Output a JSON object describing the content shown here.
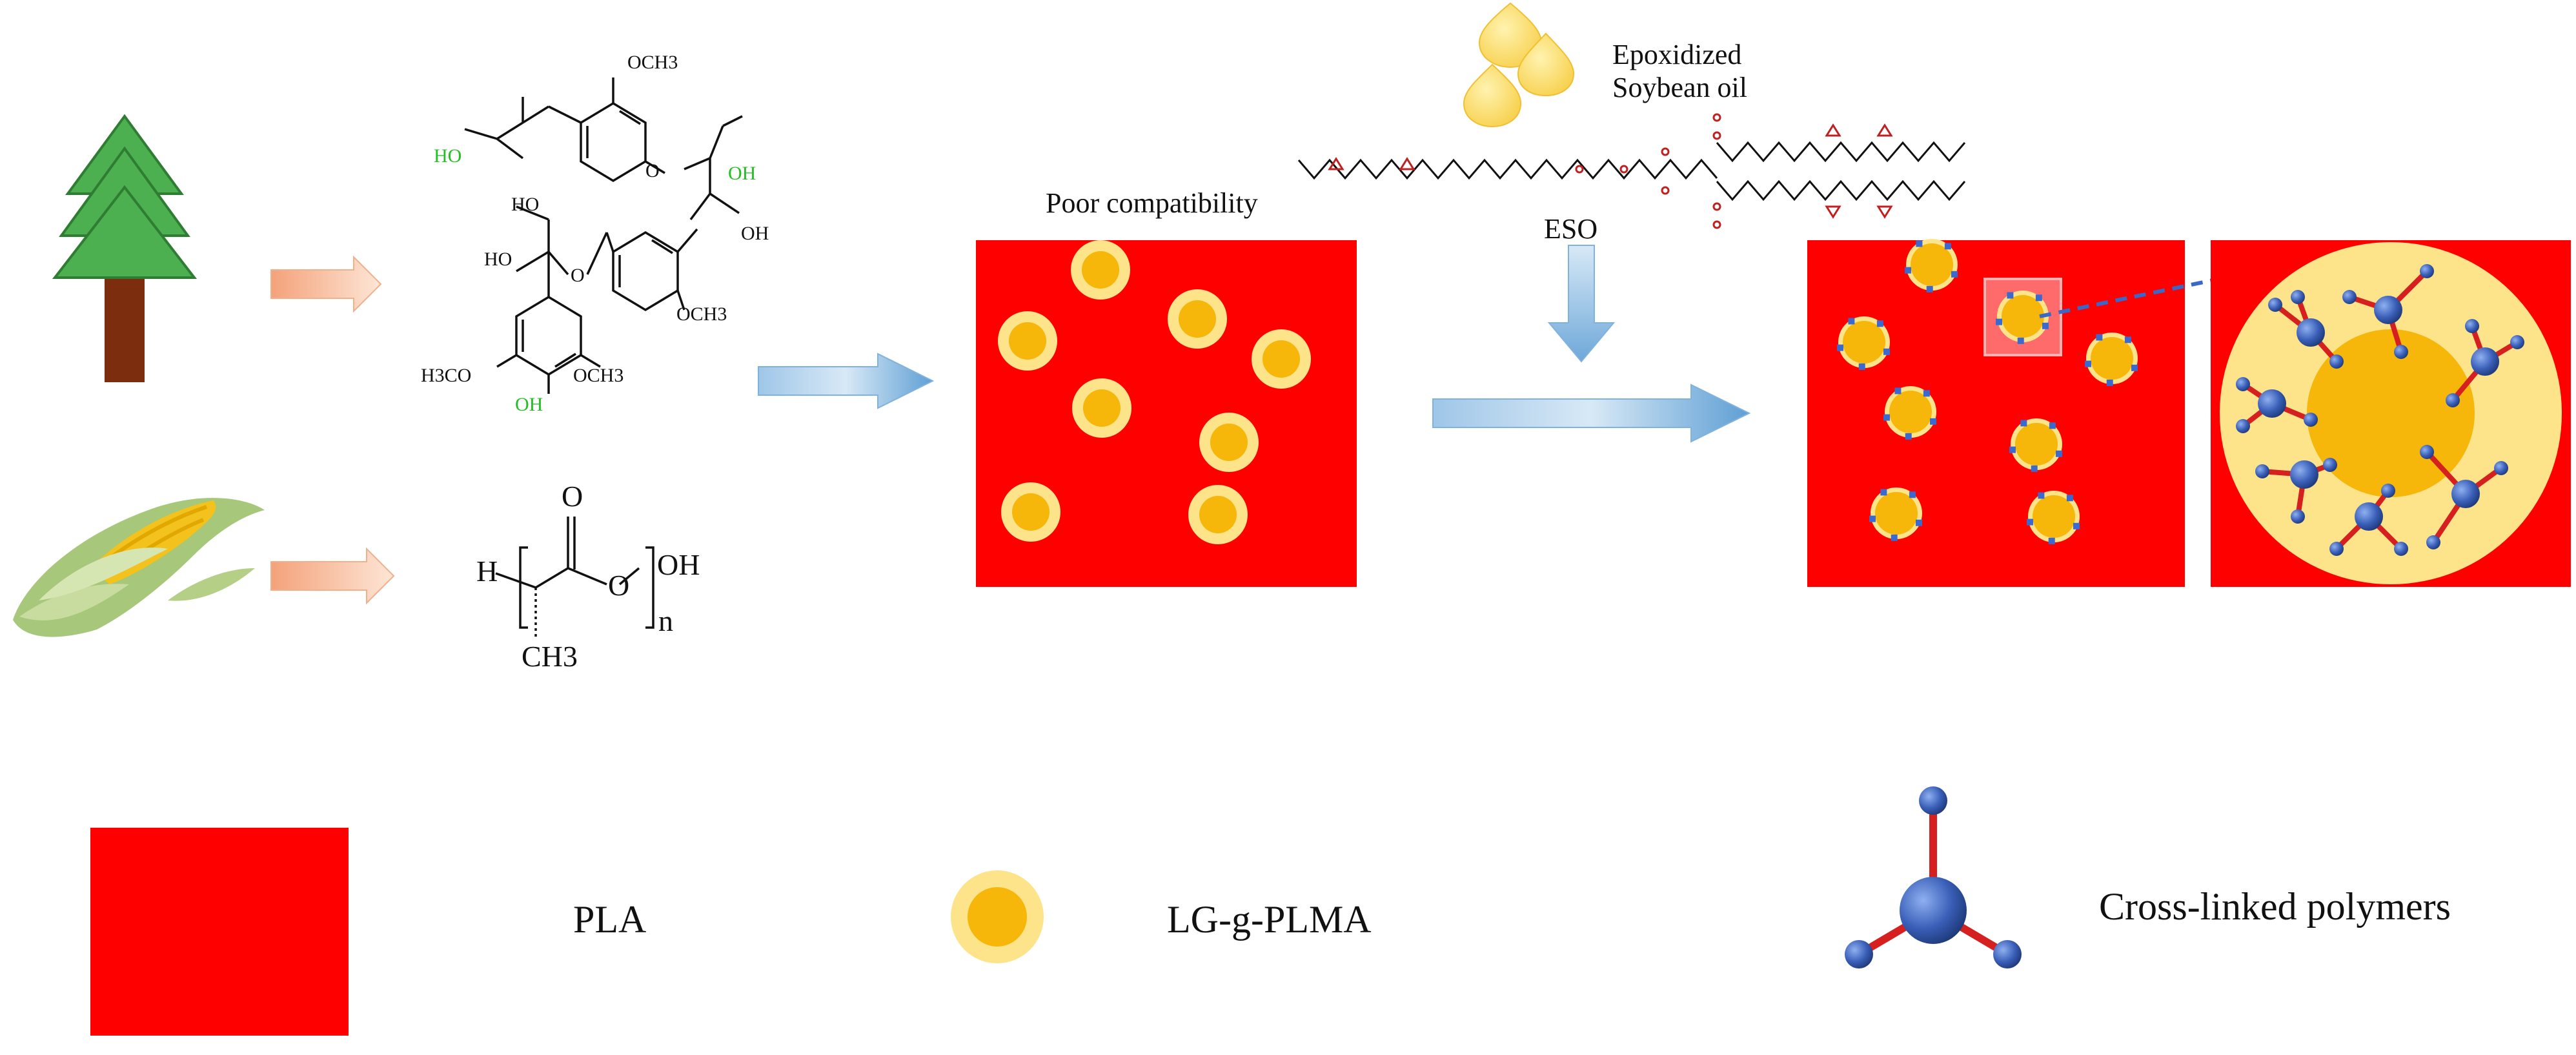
{
  "labels": {
    "poor_compatibility": "Poor compatibility",
    "epoxidized_line1": "Epoxidized",
    "epoxidized_line2": "Soybean oil",
    "eso": "ESO",
    "legend_pla": "PLA",
    "legend_lg": "LG-g-PLMA",
    "legend_crosslinked": "Cross-linked polymers"
  },
  "chem_text": {
    "och3": "OCH3",
    "ho": "HO",
    "oh": "OH",
    "o": "O",
    "h3co": "H3CO",
    "h": "H",
    "n": "n",
    "ch3": "CH3"
  },
  "colors": {
    "pla_red": "#ff0000",
    "particle_outer": "#fde48a",
    "particle_inner": "#f6b60a",
    "tree_green": "#4caf50",
    "tree_trunk": "#7b2d0d",
    "node_blue": "#3a5fb8",
    "link_red": "#d62020",
    "hydroxyl_green": "#22c022"
  }
}
